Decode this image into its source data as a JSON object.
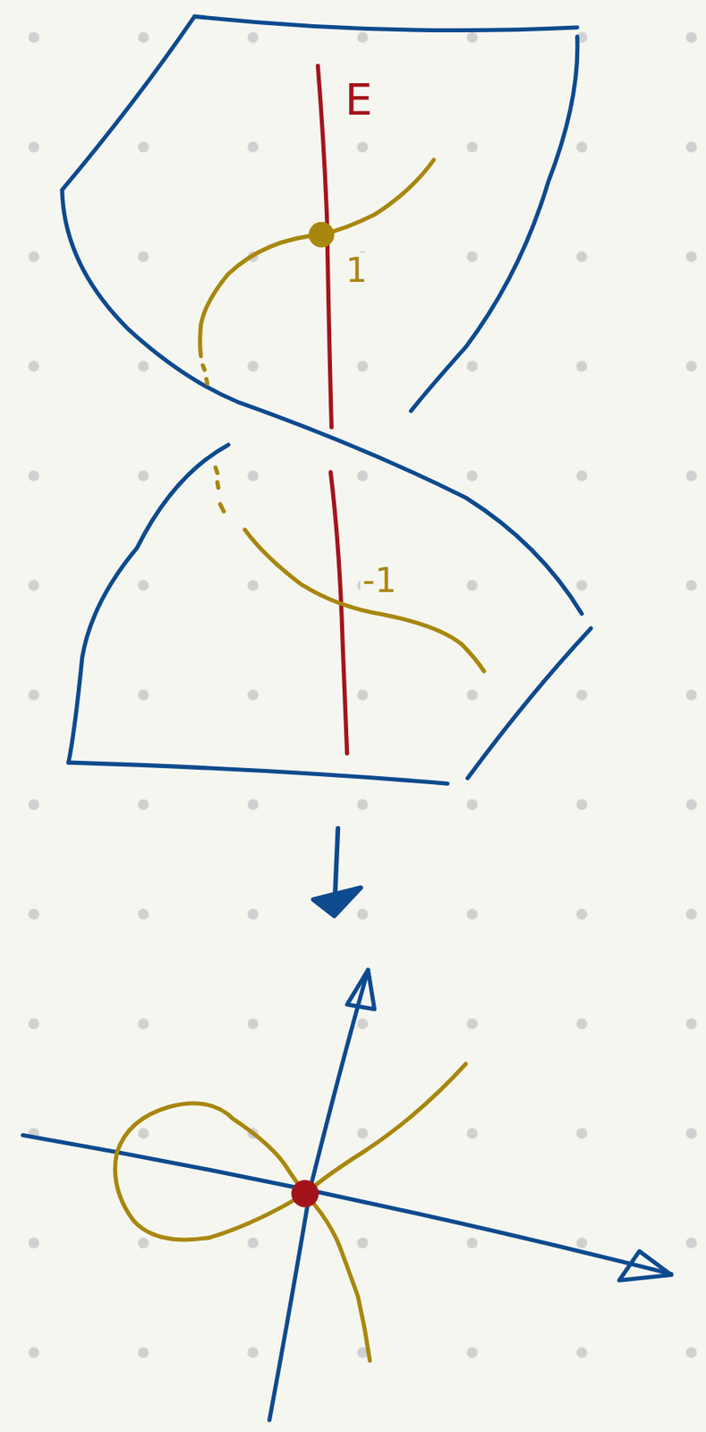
{
  "diagram": {
    "labels": [
      "E",
      "1",
      "-1"
    ]
  }
}
